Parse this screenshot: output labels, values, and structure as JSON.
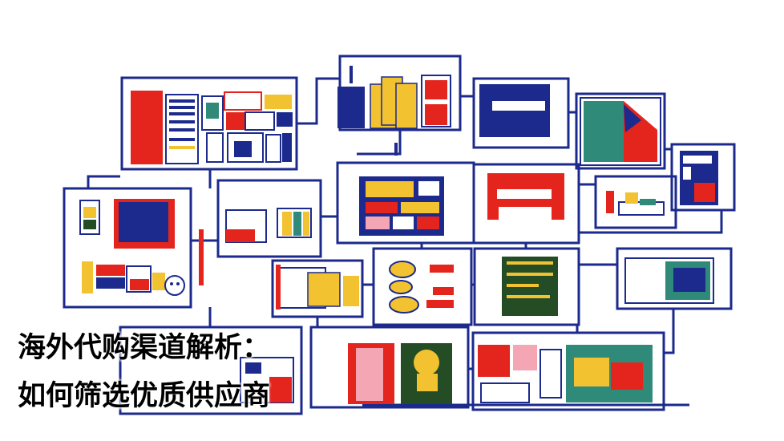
{
  "headline": {
    "line1": "海外代购渠道解析：",
    "line2": "如何筛选优质供应商"
  },
  "illustration": {
    "subject": "flat-design-flowchart-collage",
    "colors": {
      "navy": "#1b2a8c",
      "red": "#e3251d",
      "yellow": "#f2c230",
      "teal": "#2f8a7a",
      "green": "#244d25",
      "pink": "#f4a6b4",
      "white": "#ffffff",
      "black": "#000000"
    }
  }
}
